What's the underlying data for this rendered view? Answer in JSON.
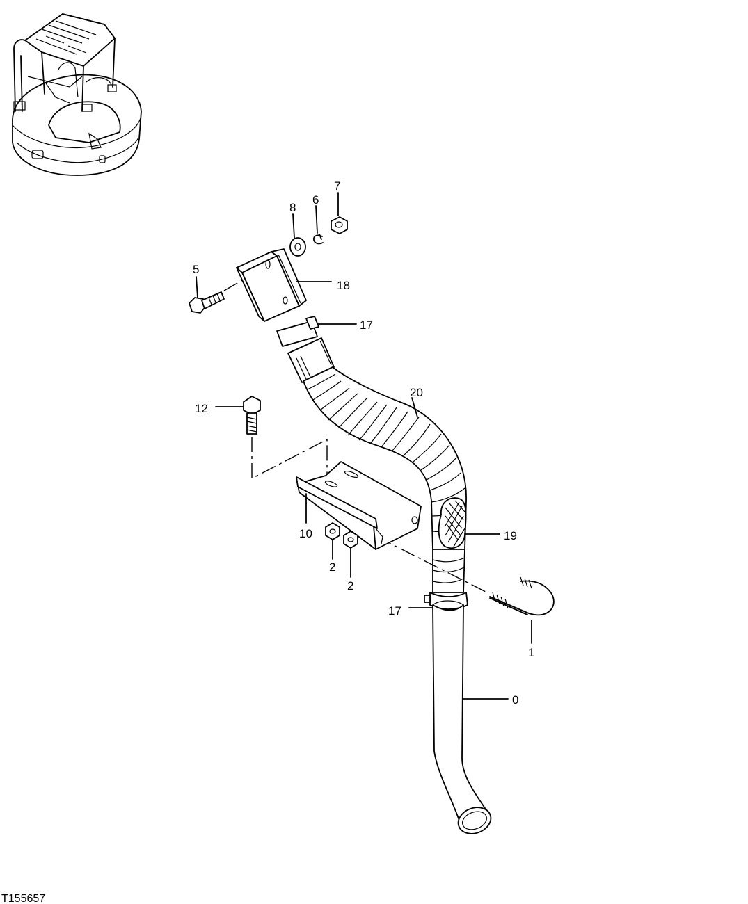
{
  "figure_id": "T155657",
  "callouts": {
    "c7": "7",
    "c8": "8",
    "c6": "6",
    "c5": "5",
    "c18": "18",
    "c17_top": "17",
    "c20": "20",
    "c12": "12",
    "c19": "19",
    "c10": "10",
    "c2_left": "2",
    "c2_right": "2",
    "c17_bottom": "17",
    "c1": "1",
    "c0": "0"
  },
  "colors": {
    "line": "#000000",
    "background": "#ffffff"
  }
}
